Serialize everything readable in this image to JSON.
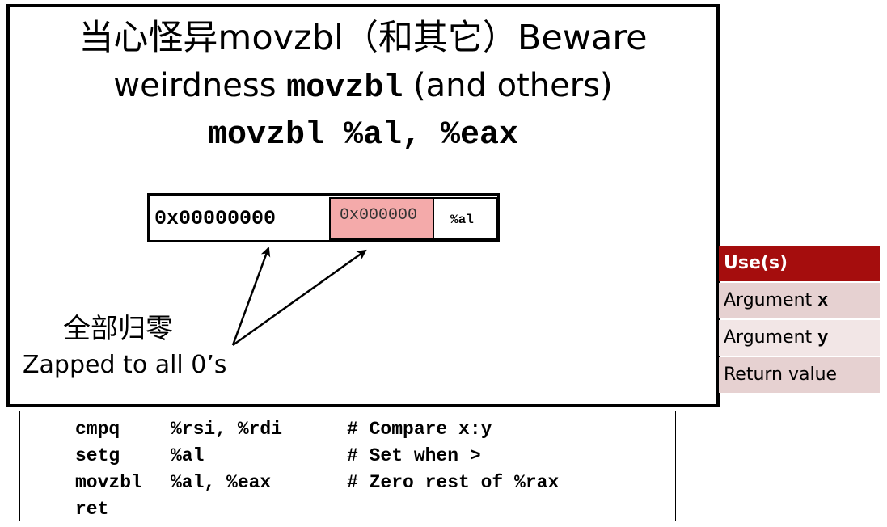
{
  "slide": {
    "title_line1": "当心怪异movzbl（和其它）Beware",
    "title_line2_prefix": "weirdness ",
    "title_line2_code": "movzbl",
    "title_line2_suffix": " (and others)",
    "title_line3": "movzbl %al, %eax"
  },
  "register": {
    "upper_value": "0x00000000",
    "low_value": "0x000000",
    "al_label": "%al",
    "low_color": "#f4aaaa"
  },
  "annotation": {
    "zh": "全部归零",
    "en": "Zapped to all 0’s"
  },
  "code": {
    "lines": [
      {
        "op": "cmpq",
        "args": "%rsi, %rdi",
        "comment": "# Compare x:y"
      },
      {
        "op": "setg",
        "args": "%al",
        "comment": "# Set when >"
      },
      {
        "op": "movzbl",
        "args": "%al, %eax",
        "comment": "# Zero rest of %rax"
      },
      {
        "op": "ret",
        "args": "",
        "comment": ""
      }
    ]
  },
  "side_table": {
    "header": "Use(s)",
    "header_color": "#a50d0d",
    "rows": [
      {
        "label": "Argument ",
        "arg": "x"
      },
      {
        "label": "Argument ",
        "arg": "y"
      },
      {
        "label": "Return value",
        "arg": ""
      }
    ]
  }
}
